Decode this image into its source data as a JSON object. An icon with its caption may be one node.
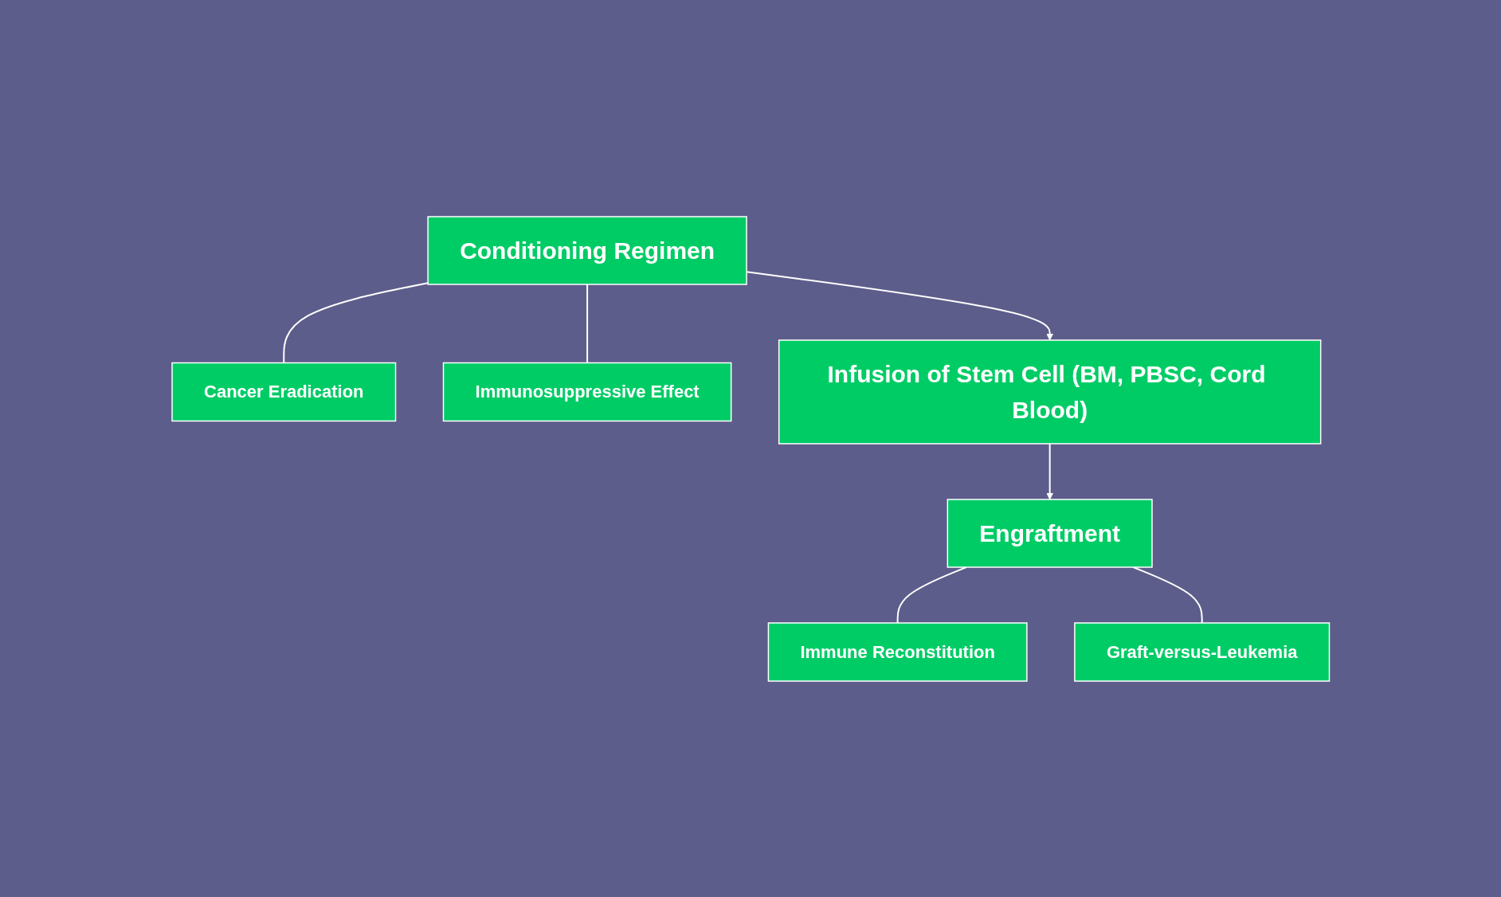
{
  "diagram": {
    "nodes": [
      {
        "text": [
          "Conditioning Regimen"
        ]
      },
      {
        "text": [
          "Cancer Eradication"
        ]
      },
      {
        "text": [
          "Immunosuppressive Effect"
        ]
      },
      {
        "text": [
          "Infusion of Stem Cell (BM, PBSC, Cord Blood)"
        ]
      },
      {
        "text": [
          "Engraftment"
        ]
      },
      {
        "text": [
          "Immune Reconstitution"
        ]
      },
      {
        "text": [
          "Graft-versus-Leukemia"
        ]
      }
    ],
    "edges": [
      {
        "from": 0,
        "to": 1,
        "arrow": "none"
      },
      {
        "from": 0,
        "to": 2,
        "arrow": "none"
      },
      {
        "from": 0,
        "to": 3,
        "arrow": "to"
      },
      {
        "from": 3,
        "to": 4,
        "arrow": "to"
      },
      {
        "from": 4,
        "to": 5,
        "arrow": "none"
      },
      {
        "from": 4,
        "to": 6,
        "arrow": "none"
      }
    ]
  }
}
